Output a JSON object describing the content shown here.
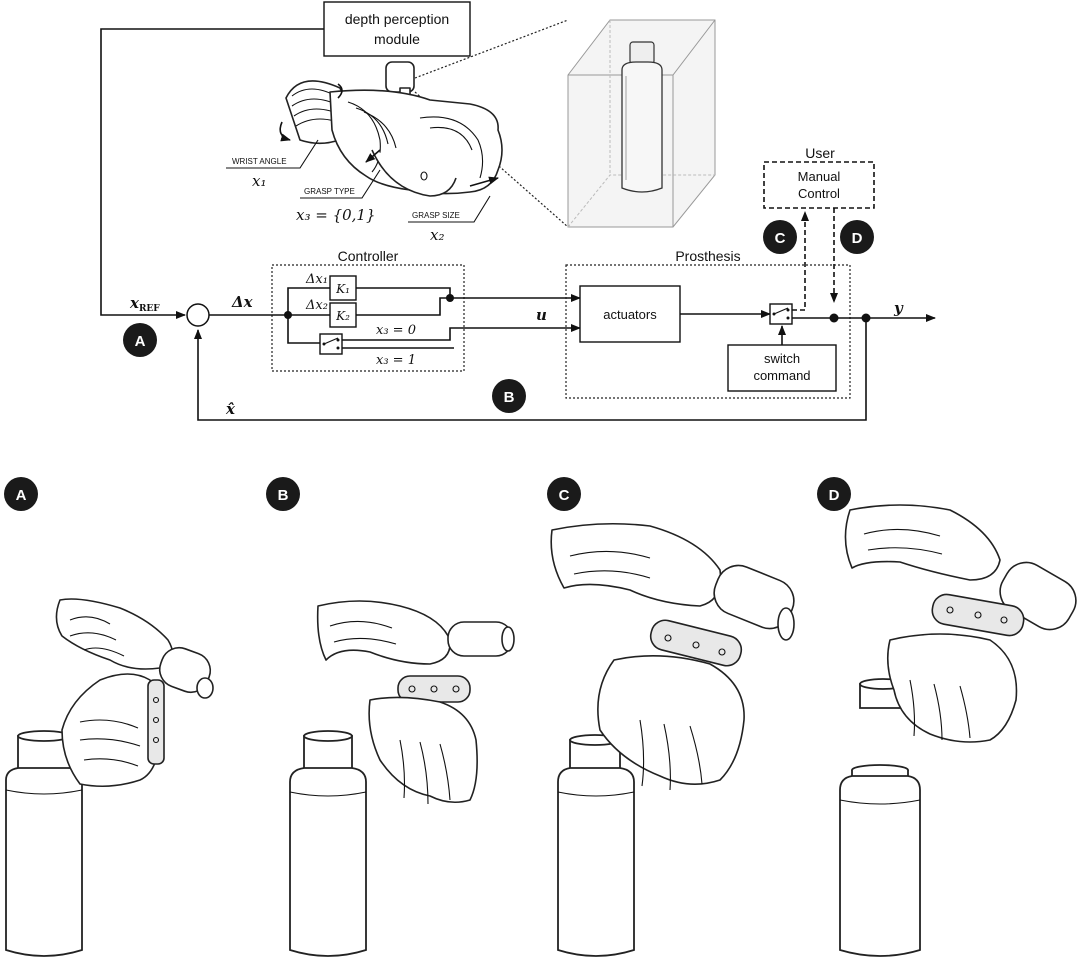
{
  "diagram": {
    "depth_module": {
      "line1": "depth perception",
      "line2": "module"
    },
    "wrist_angle": {
      "label": "WRIST ANGLE",
      "var": "x₁"
    },
    "grasp_type": {
      "label": "GRASP TYPE",
      "eq": "x₃ = {0,1}"
    },
    "grasp_size": {
      "label": "GRASP SIZE",
      "var": "x₂"
    },
    "user": {
      "title": "User",
      "line1": "Manual",
      "line2": "Control"
    },
    "controller": {
      "title": "Controller",
      "dx1": "Δx₁",
      "dx2": "Δx₂",
      "k1": "K₁",
      "k2": "K₂",
      "x3_0": "x₃ = 0",
      "x3_1": "x₃ = 1"
    },
    "prosthesis": {
      "title": "Prosthesis",
      "actuators": "actuators",
      "switch1": "switch",
      "switch2": "command"
    },
    "signals": {
      "xref": "x",
      "xref_sub": "REF",
      "dx": "Δx",
      "u": "u",
      "y": "y",
      "xhat": "x̂"
    },
    "badges": [
      "A",
      "B",
      "C",
      "D"
    ]
  },
  "panels": [
    {
      "label": "A"
    },
    {
      "label": "B"
    },
    {
      "label": "C"
    },
    {
      "label": "D"
    }
  ]
}
